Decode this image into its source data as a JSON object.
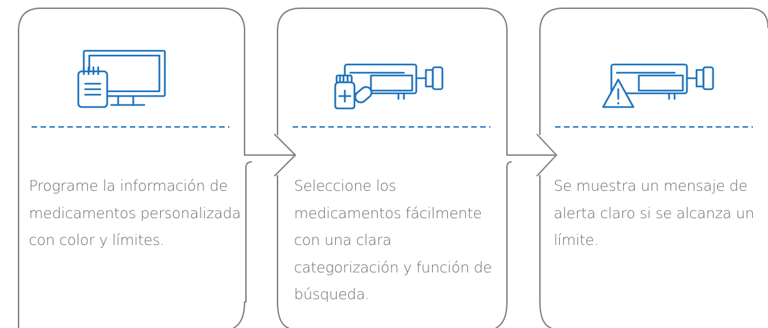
{
  "steps": [
    {
      "icon": "monitor-notepad-icon",
      "text": "Programe la información de medicamentos personalizada con color y límites."
    },
    {
      "icon": "infusion-pump-medication-icon",
      "text": "Seleccione los medicamentos fácilmente con una clara categorización y función de búsqueda."
    },
    {
      "icon": "infusion-pump-alert-icon",
      "text": "Se muestra un mensaje de alerta claro si se alcanza un límite."
    }
  ],
  "colors": {
    "frame_line": "#7f7f7f",
    "accent": "#1e73be",
    "text": "#6a6a6a"
  }
}
